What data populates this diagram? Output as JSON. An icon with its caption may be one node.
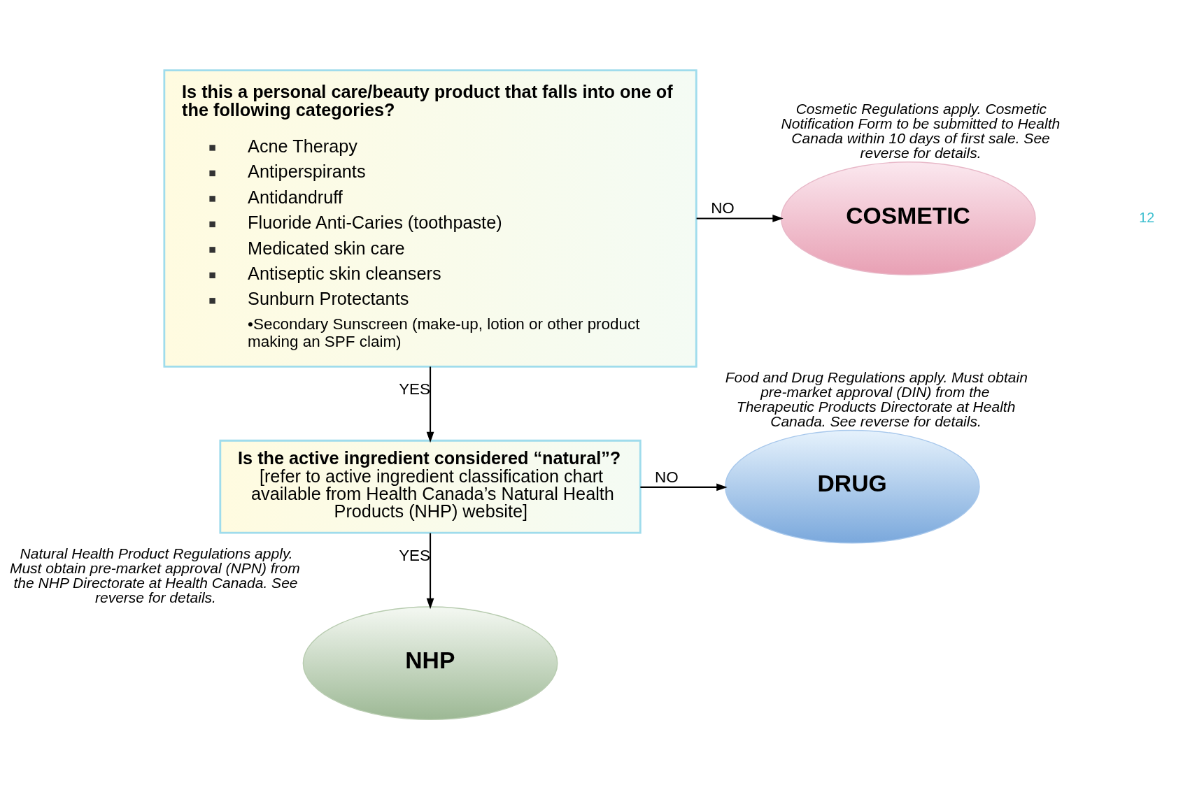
{
  "diagram": {
    "nodes": [
      {
        "text": [
          "Is this a personal care/beauty product that falls into one of the following categories?",
          "Acne Therapy",
          "Antiperspirants",
          "Antidandruff",
          "Fluoride Anti-Caries (toothpaste)",
          "Medicated skin care",
          "Antiseptic skin cleansers",
          "Sunburn Protectants",
          "•Secondary Sunscreen (make-up, lotion or other product making an SPF claim)"
        ]
      },
      {
        "text": [
          "COSMETIC"
        ],
        "beside": [
          "Cosmetic Regulations apply. Cosmetic Notification Form to be submitted to Health Canada within 10 days of first sale. See reverse for details."
        ]
      },
      {
        "text": [
          "Is the active ingredient considered “natural”?",
          "[refer to active ingredient classification chart available from Health Canada’s Natural Health Products (NHP) website]"
        ]
      },
      {
        "text": [
          "DRUG"
        ],
        "beside": [
          "Food and Drug Regulations apply. Must obtain pre-market approval (DIN) from the Therapeutic Products Directorate at Health Canada. See reverse for details."
        ]
      },
      {
        "text": [
          "NHP"
        ],
        "beside": [
          "Natural Health Product Regulations apply. Must obtain pre-market approval (NPN) from the NHP Directorate at Health Canada. See reverse for details."
        ]
      }
    ],
    "edges": [
      {
        "from": 0,
        "to": 1,
        "arrow": "to",
        "label": "NO"
      },
      {
        "from": 0,
        "to": 2,
        "arrow": "to",
        "label": "YES"
      },
      {
        "from": 2,
        "to": 3,
        "arrow": "to",
        "label": "NO"
      },
      {
        "from": 2,
        "to": 4,
        "arrow": "to",
        "label": "YES"
      }
    ],
    "labels": [
      "12"
    ]
  }
}
